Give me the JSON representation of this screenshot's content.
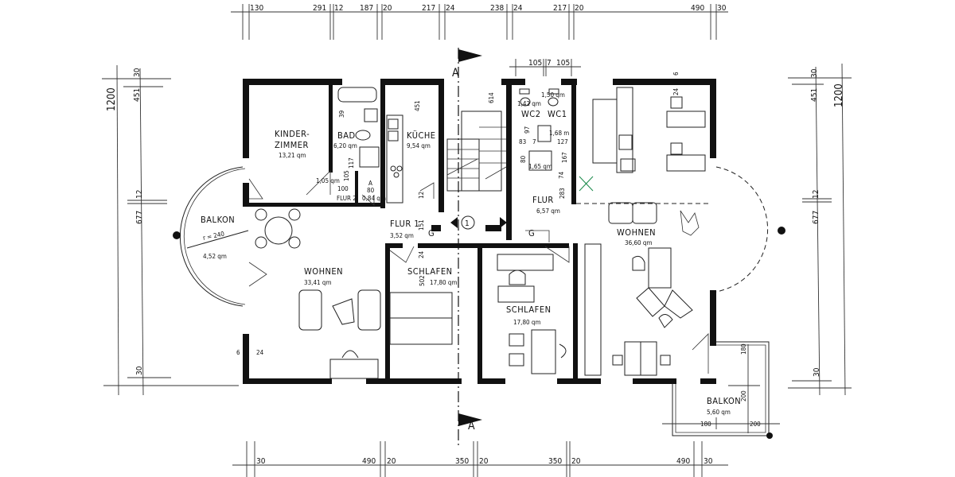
{
  "plan": {
    "rooms": [
      {
        "name": "KINDER-",
        "name2": "ZIMMER",
        "area": "13,21 qm"
      },
      {
        "name": "BAD",
        "area": "6,20 qm"
      },
      {
        "name": "KÜCHE",
        "area": "9,54 qm"
      },
      {
        "name": "WC2",
        "area": "1,42 qm"
      },
      {
        "name": "WC1",
        "area": "1,50 qm"
      },
      {
        "name": "FLUR",
        "area": "6,57 qm"
      },
      {
        "name": "FLUR 1",
        "area": "3,52 qm"
      },
      {
        "name": "FLUR 2",
        "area": "1,05 qm"
      },
      {
        "name": "A",
        "area": "0,84 qm"
      },
      {
        "name": "BALKON",
        "radius": "r = 240",
        "area": "4,52 qm"
      },
      {
        "name": "WOHNEN",
        "area": "33,41 qm"
      },
      {
        "name": "SCHLAFEN",
        "area": "17,80 qm"
      },
      {
        "name": "SCHLAFEN",
        "area": "17,80 qm"
      },
      {
        "name": "WOHNEN",
        "area": "36,60 qm"
      },
      {
        "name": "BALKON",
        "area": "5,60 qm"
      }
    ],
    "section_marker": "A",
    "stair_number": "1",
    "garderobe": "G",
    "dimensions": {
      "top": [
        "130",
        "291",
        "12",
        "187",
        "20",
        "217",
        "24",
        "238",
        "24",
        "217",
        "20",
        "490",
        "30"
      ],
      "top_wc": [
        "105",
        "7",
        "105"
      ],
      "bottom": [
        "30",
        "490",
        "20",
        "350",
        "20",
        "350",
        "20",
        "490",
        "30"
      ],
      "left": [
        "1200",
        "30",
        "451",
        "12",
        "677",
        "30"
      ],
      "right": [
        "30",
        "451",
        "1200",
        "12",
        "677",
        "30"
      ],
      "inner": [
        "39",
        "451",
        "614",
        "105",
        "117",
        "100",
        "80",
        "12",
        "151",
        "24",
        "502",
        "97",
        "83",
        "7",
        "127",
        "80",
        "167",
        "74",
        "283",
        "24",
        "6",
        "6",
        "24",
        "180",
        "200",
        "180",
        "200",
        "1,68 m",
        "1,65 qm"
      ]
    }
  }
}
